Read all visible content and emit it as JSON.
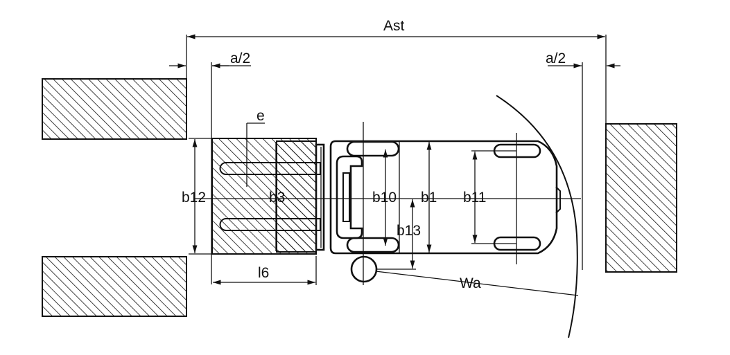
{
  "diagram": {
    "labels": {
      "ast": "Ast",
      "a_half_left": "a/2",
      "a_half_right": "a/2",
      "e": "e",
      "b12": "b12",
      "b3": "b3",
      "b10": "b10",
      "b1": "b1",
      "b11": "b11",
      "b13": "b13",
      "l6": "l6",
      "wa": "Wa"
    }
  }
}
